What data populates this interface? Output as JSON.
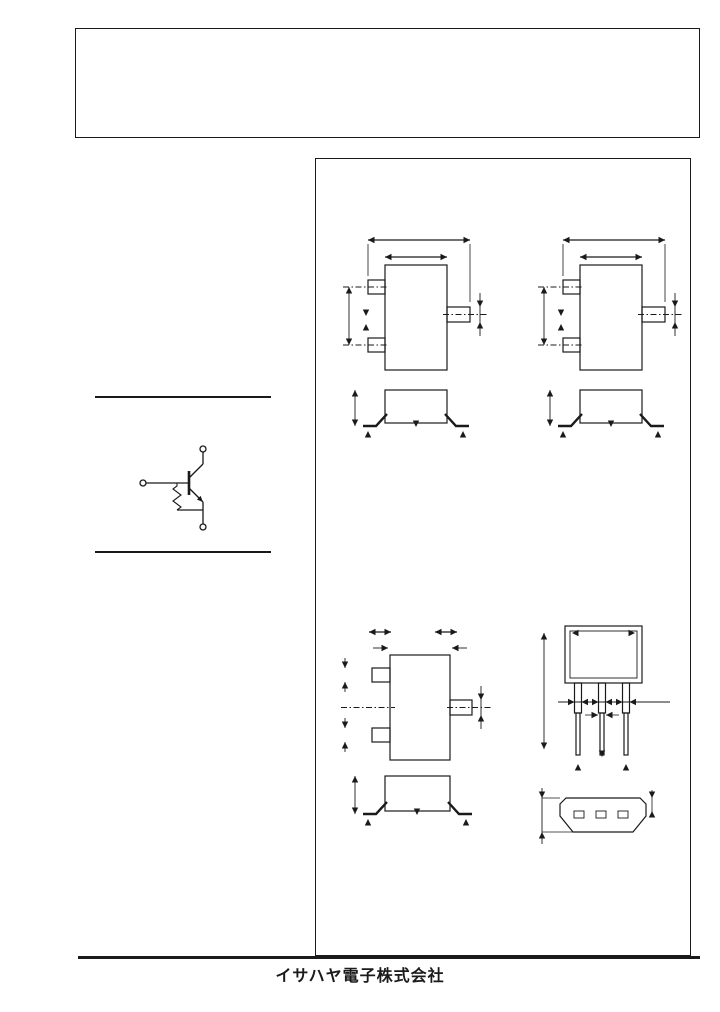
{
  "page": {
    "background_color": "#ffffff",
    "ink_color": "#1a1a1a"
  },
  "header": {
    "title_block_text": ""
  },
  "footer": {
    "company_name": "イサハヤ電子株式会社"
  },
  "figures": {
    "circuit_symbol": "npn-digital-transistor-with-resistor-symbol",
    "drawing_top_left": "smd-package-outline-front-and-side-view",
    "drawing_top_right": "smd-package-outline-front-and-side-view",
    "drawing_bottom_left": "smd-package-outline-front-and-side-view",
    "drawing_bottom_right": "through-hole-package-outline-top-lead-and-bottom-view"
  }
}
